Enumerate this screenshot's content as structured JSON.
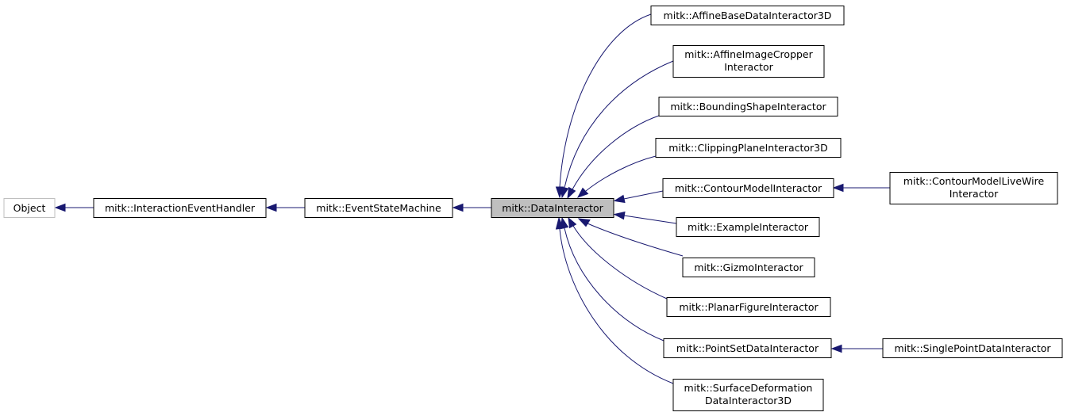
{
  "diagram": {
    "nodes": {
      "object": {
        "line1": "Object",
        "line2": ""
      },
      "interaction_event_handler": {
        "line1": "mitk::InteractionEventHandler",
        "line2": ""
      },
      "event_state_machine": {
        "line1": "mitk::EventStateMachine",
        "line2": ""
      },
      "data_interactor": {
        "line1": "mitk::DataInteractor",
        "line2": ""
      },
      "affine_base": {
        "line1": "mitk::AffineBaseDataInteractor3D",
        "line2": ""
      },
      "affine_cropper": {
        "line1": "mitk::AffineImageCropper",
        "line2": "Interactor"
      },
      "bounding_shape": {
        "line1": "mitk::BoundingShapeInteractor",
        "line2": ""
      },
      "clipping_plane": {
        "line1": "mitk::ClippingPlaneInteractor3D",
        "line2": ""
      },
      "contour_model": {
        "line1": "mitk::ContourModelInteractor",
        "line2": ""
      },
      "contour_livewire": {
        "line1": "mitk::ContourModelLiveWire",
        "line2": "Interactor"
      },
      "example": {
        "line1": "mitk::ExampleInteractor",
        "line2": ""
      },
      "gizmo": {
        "line1": "mitk::GizmoInteractor",
        "line2": ""
      },
      "planar_figure": {
        "line1": "mitk::PlanarFigureInteractor",
        "line2": ""
      },
      "point_set": {
        "line1": "mitk::PointSetDataInteractor",
        "line2": ""
      },
      "single_point": {
        "line1": "mitk::SinglePointDataInteractor",
        "line2": ""
      },
      "surface_deformation": {
        "line1": "mitk::SurfaceDeformation",
        "line2": "DataInteractor3D"
      }
    },
    "colors": {
      "edge": "#191970",
      "current_fill": "#bfbfbf",
      "muted_border": "#bfbfbf"
    }
  }
}
